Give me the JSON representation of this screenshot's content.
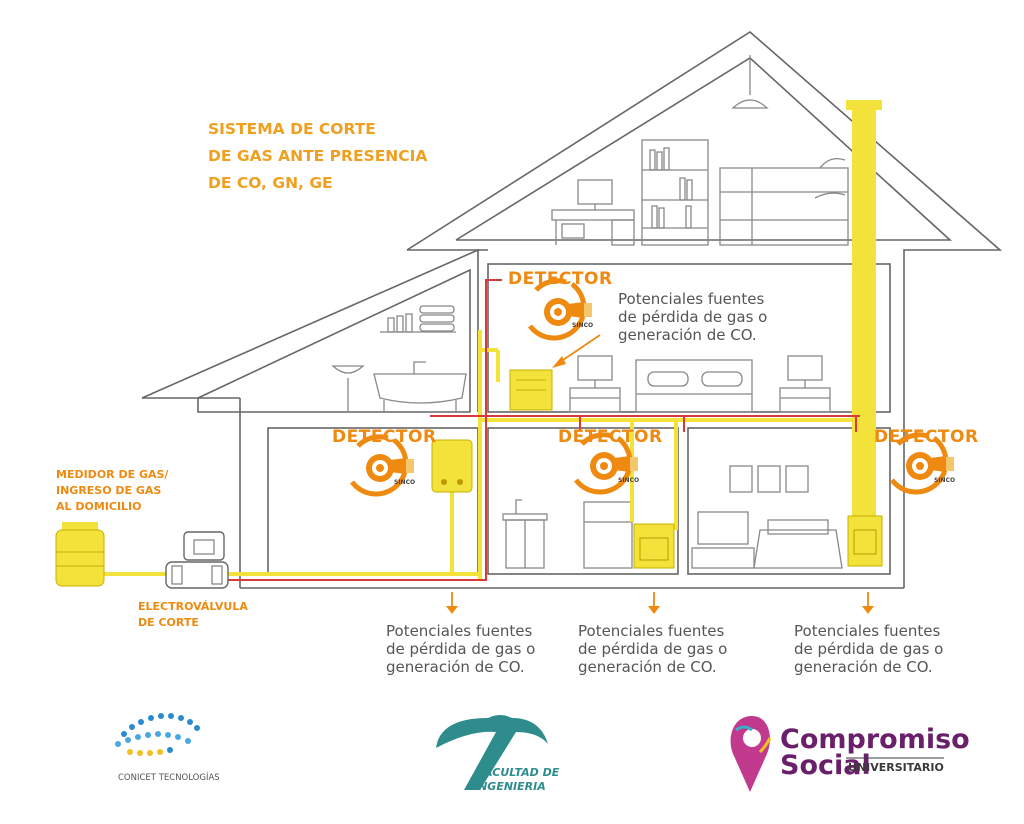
{
  "title_lines": [
    "SISTEMA DE CORTE",
    "DE GAS ANTE PRESENCIA",
    "DE CO, GN, GE"
  ],
  "detector_label": "DETECTOR",
  "sensor_brand": "SINCO",
  "note_lines": [
    "Potenciales fuentes",
    "de pérdida de gas o",
    "generación de CO."
  ],
  "meter_label_lines": [
    "MEDIDOR DE GAS/",
    "INGRESO DE GAS",
    "AL DOMICILIO"
  ],
  "valve_label_lines": [
    "ELECTROVÁLVULA",
    "DE CORTE"
  ],
  "logos": {
    "conicet": "CONICET TECNOLOGÍAS",
    "facultad_lines": [
      "FACULTAD DE",
      "INGENIERIA"
    ],
    "compromiso": "Compromiso",
    "social": "Social",
    "universitario": "UNIVERSITARIO"
  },
  "colors": {
    "accent": "#EE8A10",
    "gas_pipe": "#F2E23A",
    "cut_line": "#D83A3A",
    "outline": "#666666"
  }
}
